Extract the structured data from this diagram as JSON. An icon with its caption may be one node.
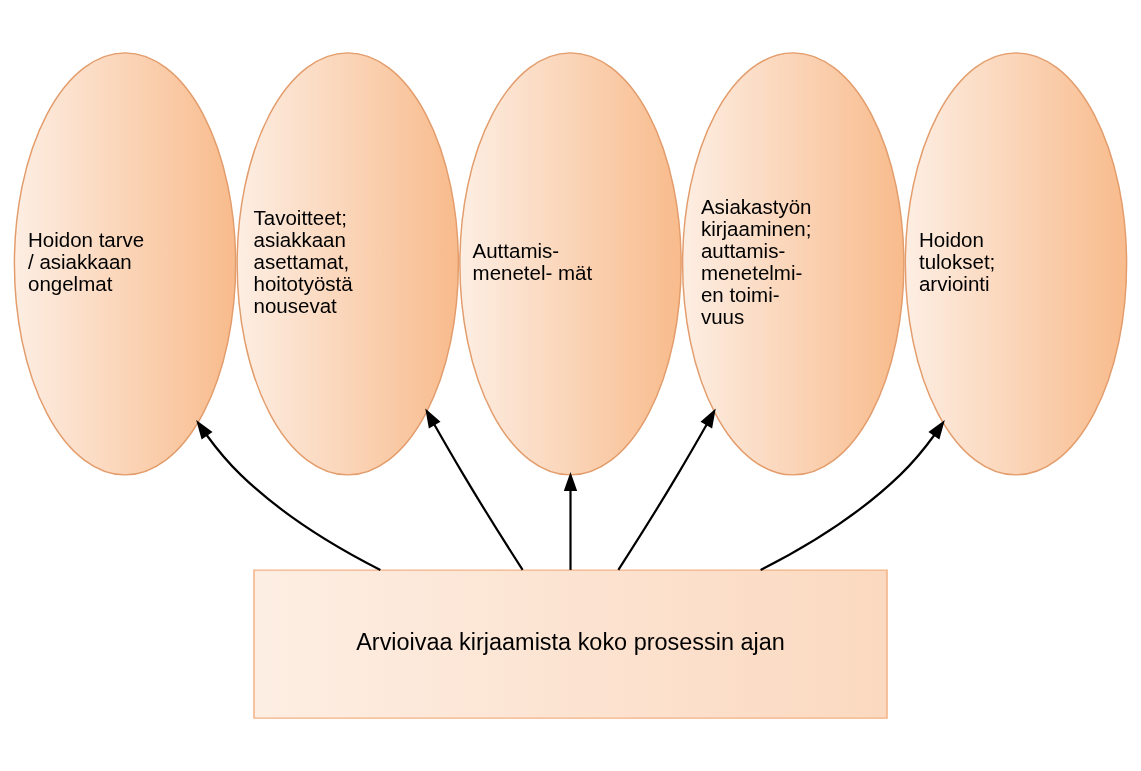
{
  "diagram": {
    "nodes": [
      {
        "text": [
          "Hoidon tarve / asiakkaan ongelmat"
        ]
      },
      {
        "text": [
          "Tavoitteet; asiakkaan asettamat, hoitotyöstä nousevat"
        ]
      },
      {
        "text": [
          "Auttamis- menetel- mät"
        ]
      },
      {
        "text": [
          "Asiakastyön kirjaaminen; auttamis- menetelmi- en toimi- vuus"
        ]
      },
      {
        "text": [
          "Hoidon tulokset; arviointi"
        ]
      },
      {
        "text": [
          "Arvioivaa kirjaamista koko prosessin ajan"
        ]
      }
    ],
    "edges": [
      {
        "from": 5,
        "to": 0,
        "arrow": "to"
      },
      {
        "from": 5,
        "to": 1,
        "arrow": "to"
      },
      {
        "from": 5,
        "to": 2,
        "arrow": "to"
      },
      {
        "from": 5,
        "to": 3,
        "arrow": "to"
      },
      {
        "from": 5,
        "to": 4,
        "arrow": "to"
      }
    ]
  }
}
